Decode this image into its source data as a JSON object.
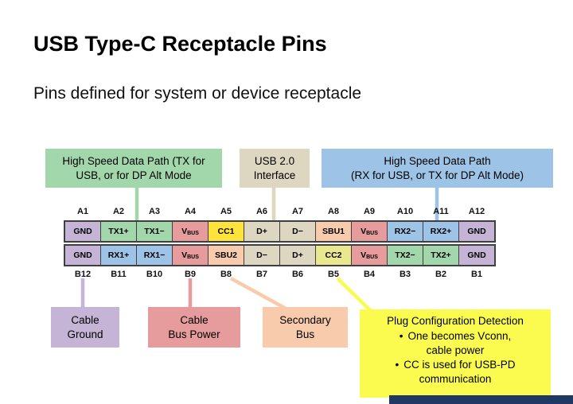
{
  "page": {
    "title": "USB Type-C Receptacle Pins",
    "subtitle": "Pins defined for system or device receptacle"
  },
  "callouts": {
    "tx": {
      "text": "High Speed Data Path (TX for\nUSB, or for DP Alt Mode",
      "color": "#a2d7ab"
    },
    "usb2": {
      "text": "USB 2.0\nInterface",
      "color": "#ddd6c1"
    },
    "rx": {
      "text": "High Speed Data Path\n(RX for USB, or TX for DP Alt Mode)",
      "color": "#9dc3e6"
    },
    "ground": {
      "text": "Cable\nGround",
      "color": "#c5b4d5"
    },
    "power": {
      "text": "Cable\nBus Power",
      "color": "#e69c9c"
    },
    "sbu": {
      "text": "Secondary\nBus",
      "color": "#f8cbad"
    },
    "cc": {
      "title": "Plug Configuration Detection",
      "bullets": [
        "One becomes Vconn,\ncable power",
        "CC is used for USB-PD\ncommunication"
      ],
      "color": "#fbfb4f"
    }
  },
  "pin_colors": {
    "gnd": "#c5b4d5",
    "tx": "#a2d7ab",
    "rx": "#9dc3e6",
    "vbus": "#e69c9c",
    "cc1": "#fee33c",
    "cc2": "#e9e88f",
    "usb2": "#ddd6c1",
    "sbu": "#f8cbad"
  },
  "pin_table": {
    "top_labels": [
      "A1",
      "A2",
      "A3",
      "A4",
      "A5",
      "A6",
      "A7",
      "A8",
      "A9",
      "A10",
      "A11",
      "A12"
    ],
    "bottom_labels": [
      "B12",
      "B11",
      "B10",
      "B9",
      "B8",
      "B7",
      "B6",
      "B5",
      "B4",
      "B3",
      "B2",
      "B1"
    ],
    "top_pins": [
      {
        "label": "GND",
        "type": "gnd"
      },
      {
        "label": "TX1+",
        "type": "tx"
      },
      {
        "label": "TX1−",
        "type": "tx"
      },
      {
        "label": "VBUS",
        "type": "vbus"
      },
      {
        "label": "CC1",
        "type": "cc1"
      },
      {
        "label": "D+",
        "type": "usb2"
      },
      {
        "label": "D−",
        "type": "usb2"
      },
      {
        "label": "SBU1",
        "type": "sbu"
      },
      {
        "label": "VBUS",
        "type": "vbus"
      },
      {
        "label": "RX2−",
        "type": "rx"
      },
      {
        "label": "RX2+",
        "type": "rx"
      },
      {
        "label": "GND",
        "type": "gnd"
      }
    ],
    "bottom_pins": [
      {
        "label": "GND",
        "type": "gnd"
      },
      {
        "label": "RX1+",
        "type": "rx"
      },
      {
        "label": "RX1−",
        "type": "rx"
      },
      {
        "label": "VBUS",
        "type": "vbus"
      },
      {
        "label": "SBU2",
        "type": "sbu"
      },
      {
        "label": "D−",
        "type": "usb2"
      },
      {
        "label": "D+",
        "type": "usb2"
      },
      {
        "label": "CC2",
        "type": "cc2"
      },
      {
        "label": "VBUS",
        "type": "vbus"
      },
      {
        "label": "TX2−",
        "type": "tx"
      },
      {
        "label": "TX2+",
        "type": "tx"
      },
      {
        "label": "GND",
        "type": "gnd"
      }
    ]
  },
  "decor": {
    "bottom_bar_color": "#1f3864"
  }
}
